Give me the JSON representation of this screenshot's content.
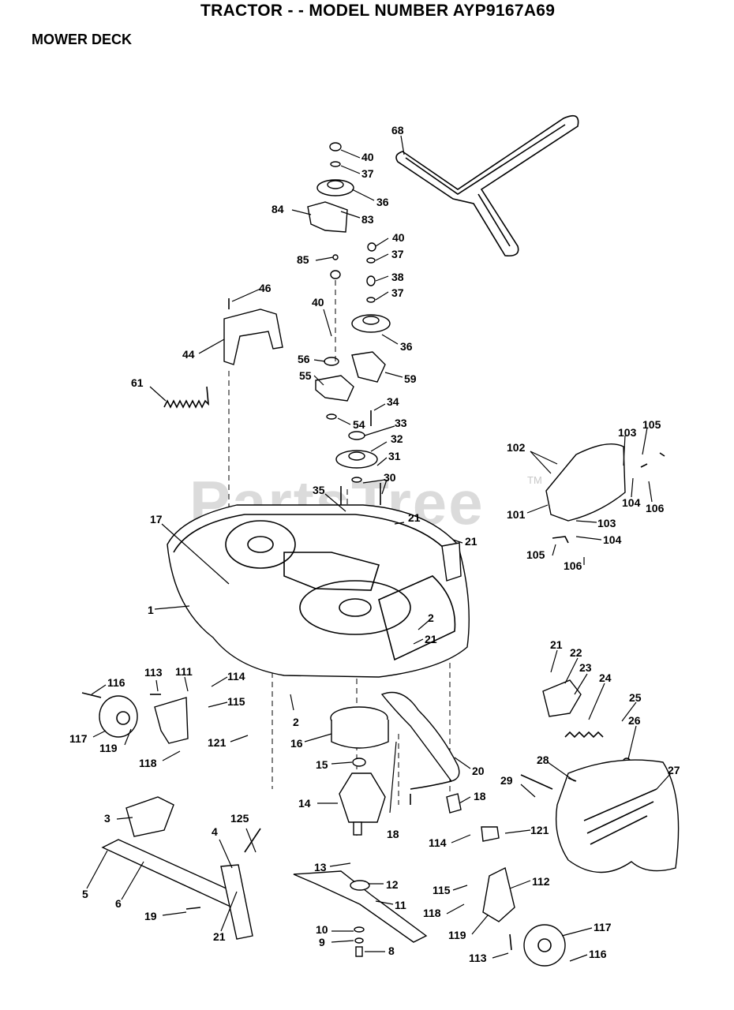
{
  "title": "TRACTOR - - MODEL NUMBER AYP9167A69",
  "subtitle": "MOWER DECK",
  "watermark": "PartsTree",
  "watermark_tm": "TM",
  "labels": {
    "p68": "68",
    "p40a": "40",
    "p37a": "37",
    "p36a": "36",
    "p84": "84",
    "p83": "83",
    "p40b": "40",
    "p37b": "37",
    "p85": "85",
    "p38": "38",
    "p37c": "37",
    "p46": "46",
    "p40c": "40",
    "p36b": "36",
    "p44": "44",
    "p56": "56",
    "p55": "55",
    "p59": "59",
    "p61": "61",
    "p34": "34",
    "p54": "54",
    "p33": "33",
    "p32": "32",
    "p31": "31",
    "p30": "30",
    "p35": "35",
    "p102": "102",
    "p103a": "103",
    "p105a": "105",
    "p104a": "104",
    "p106a": "106",
    "p101": "101",
    "p103b": "103",
    "p104b": "104",
    "p105b": "105",
    "p106b": "106",
    "p17": "17",
    "p21a": "21",
    "p21b": "21",
    "p1": "1",
    "p2a": "2",
    "p21c": "21",
    "p116a": "116",
    "p113a": "113",
    "p111": "111",
    "p114a": "114",
    "p115a": "115",
    "p21d": "21",
    "p22": "22",
    "p23": "23",
    "p24": "24",
    "p25": "25",
    "p26": "26",
    "p2b": "2",
    "p117a": "117",
    "p119a": "119",
    "p121a": "121",
    "p16": "16",
    "p118a": "118",
    "p15": "15",
    "p20": "20",
    "p28": "28",
    "p27": "27",
    "p29": "29",
    "p14": "14",
    "p18a": "18",
    "p18b": "18",
    "p3": "3",
    "p125": "125",
    "p4": "4",
    "p114b": "114",
    "p121b": "121",
    "p13": "13",
    "p12": "12",
    "p5": "5",
    "p6": "6",
    "p115b": "115",
    "p112": "112",
    "p11": "11",
    "p19": "19",
    "p21e": "21",
    "p118b": "118",
    "p10": "10",
    "p9": "9",
    "p119b": "119",
    "p117b": "117",
    "p8": "8",
    "p113b": "113",
    "p116b": "116"
  }
}
